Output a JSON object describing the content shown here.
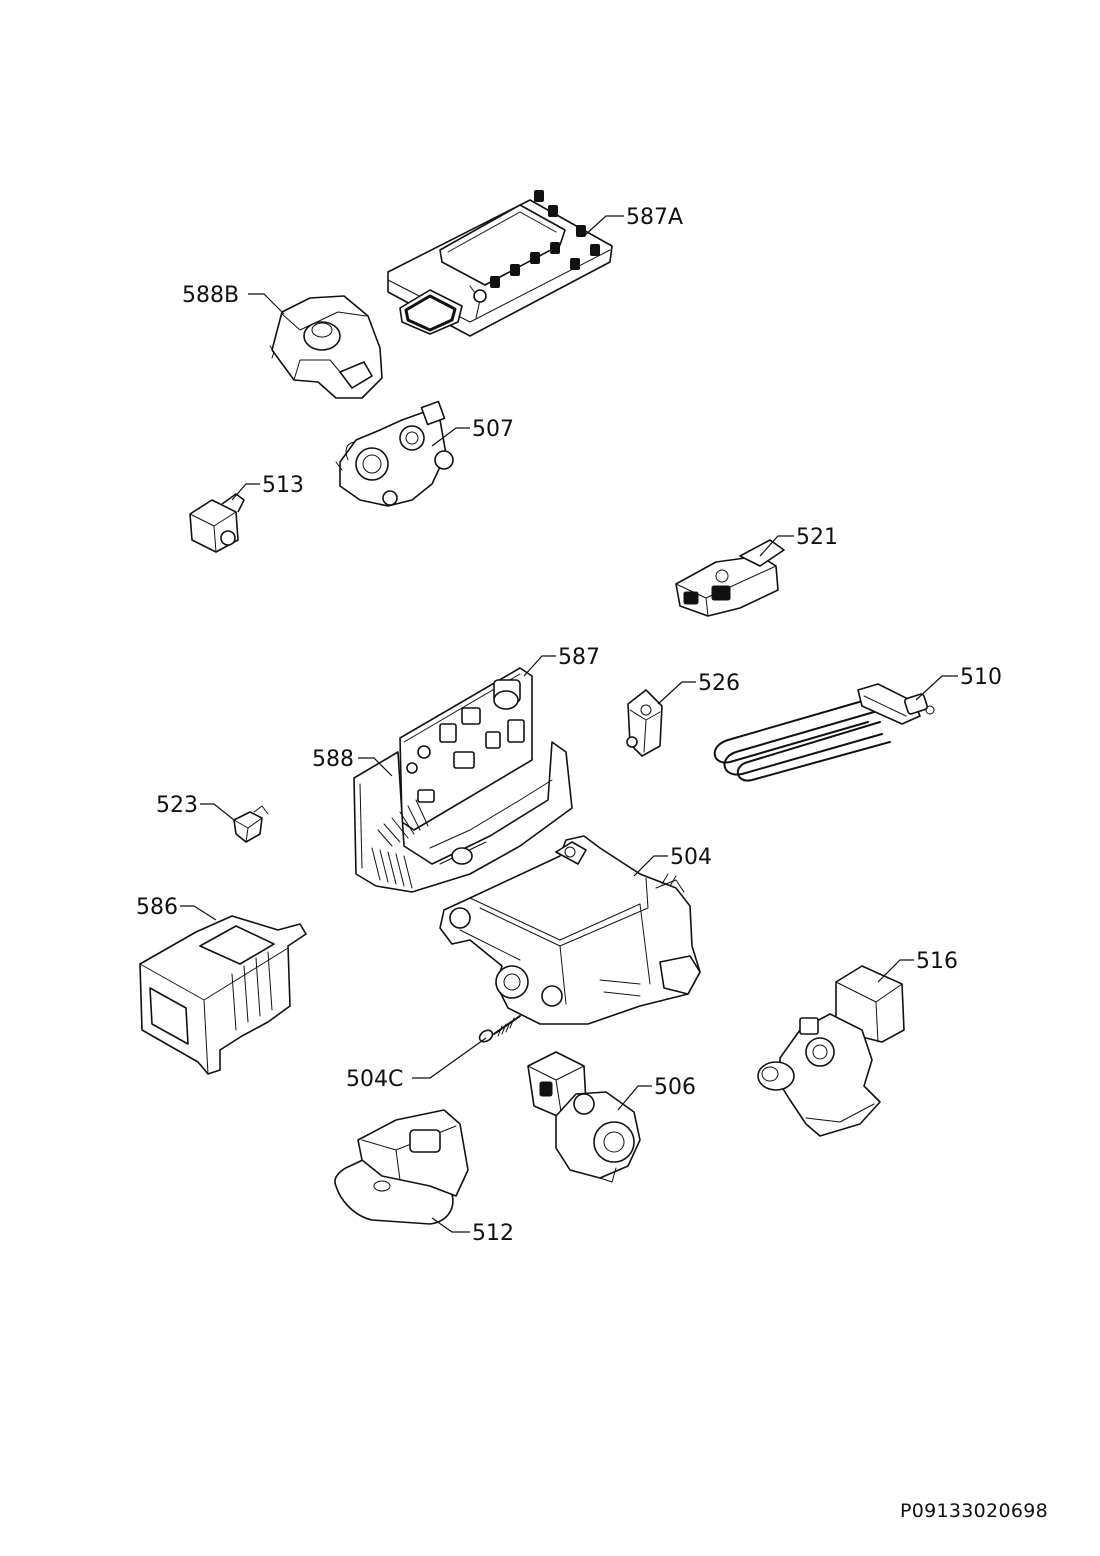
{
  "callouts": {
    "587A": "587A",
    "588B": "588B",
    "507": "507",
    "513": "513",
    "521": "521",
    "587": "587",
    "526": "526",
    "510": "510",
    "588": "588",
    "523": "523",
    "504": "504",
    "586": "586",
    "516": "516",
    "504C": "504C",
    "506": "506",
    "512": "512"
  },
  "document_id": "P09133020698"
}
